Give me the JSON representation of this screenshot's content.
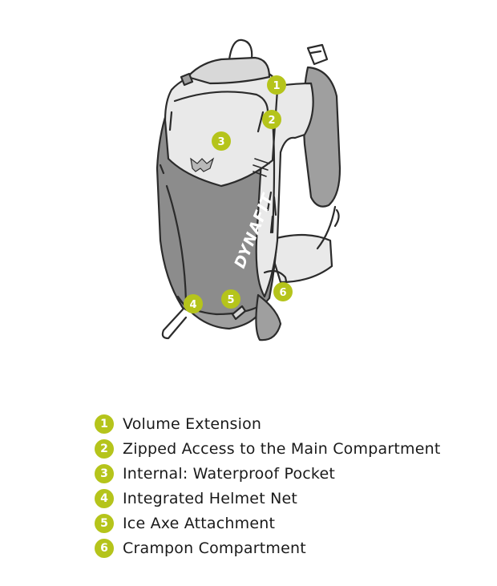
{
  "brand": "DYNAFIT",
  "colors": {
    "accent": "#b5c41b",
    "outline": "#2b2b2b",
    "light_panel": "#e9e9e9",
    "mid_panel": "#9f9f9f",
    "dark_panel": "#8c8c8c"
  },
  "callouts": [
    {
      "number": "1"
    },
    {
      "number": "2"
    },
    {
      "number": "3"
    },
    {
      "number": "4"
    },
    {
      "number": "5"
    },
    {
      "number": "6"
    }
  ],
  "legend": [
    {
      "number": "1",
      "label": "Volume Extension"
    },
    {
      "number": "2",
      "label": "Zipped Access to the Main Compartment"
    },
    {
      "number": "3",
      "label": "Internal: Waterproof Pocket"
    },
    {
      "number": "4",
      "label": "Integrated Helmet Net"
    },
    {
      "number": "5",
      "label": "Ice Axe Attachment"
    },
    {
      "number": "6",
      "label": "Crampon Compartment"
    }
  ]
}
